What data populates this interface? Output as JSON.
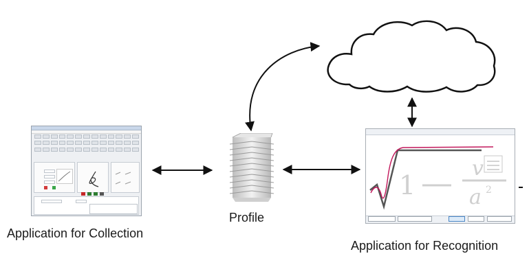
{
  "labels": {
    "collection": "Application for Collection",
    "profile": "Profile",
    "recognition": "Application for Recognition"
  },
  "icons": {
    "cloud": "cloud-icon",
    "profile": "folded-paper-stack-icon"
  },
  "colors": {
    "stroke": "#111111",
    "cloud_fill": "#ffffff",
    "paper": "#d9d9d9",
    "recognized_trace": "#c2185b"
  }
}
